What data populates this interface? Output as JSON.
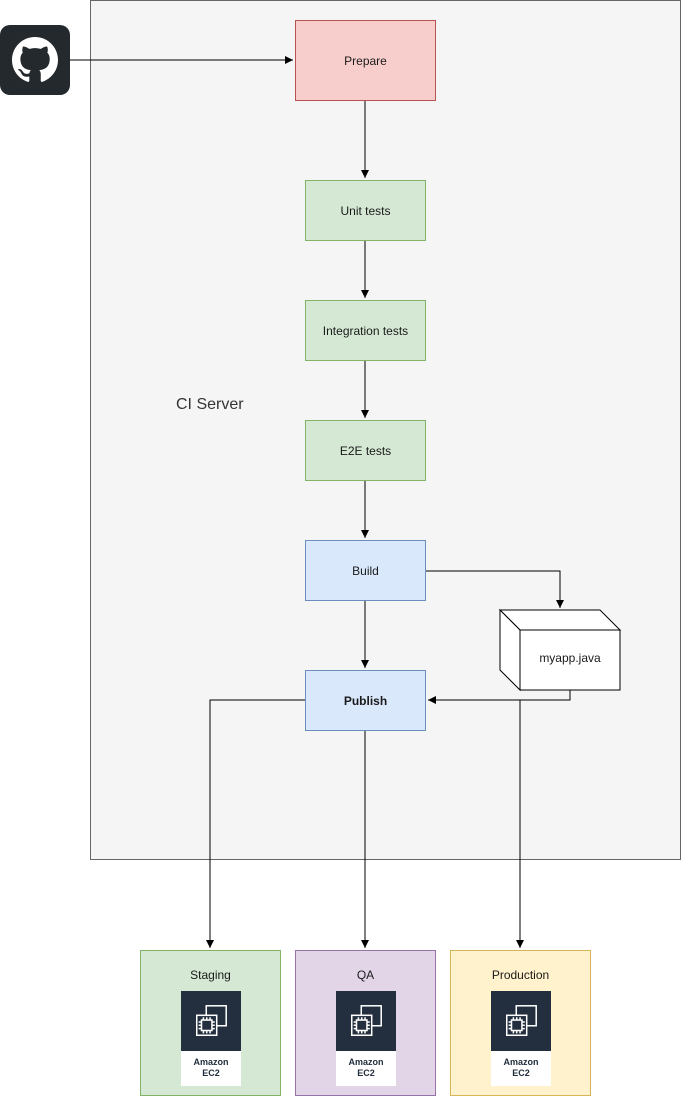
{
  "container": {
    "label": "CI Server"
  },
  "nodes": {
    "prepare": "Prepare",
    "unit_tests": "Unit tests",
    "integration_tests": "Integration tests",
    "e2e_tests": "E2E tests",
    "build": "Build",
    "publish": "Publish",
    "artifact": "myapp.java"
  },
  "environments": [
    {
      "name": "Staging",
      "service_line1": "Amazon",
      "service_line2": "EC2"
    },
    {
      "name": "QA",
      "service_line1": "Amazon",
      "service_line2": "EC2"
    },
    {
      "name": "Production",
      "service_line1": "Amazon",
      "service_line2": "EC2"
    }
  ],
  "icons": {
    "source": "github-icon",
    "compute": "aws-ec2-icon"
  },
  "colors": {
    "prepare_fill": "#f8cecc",
    "test_fill": "#d5e8d4",
    "build_fill": "#dae8fc",
    "staging_fill": "#d5e8d4",
    "qa_fill": "#e1d5e7",
    "production_fill": "#fff2cc",
    "container_fill": "#f5f5f5"
  }
}
